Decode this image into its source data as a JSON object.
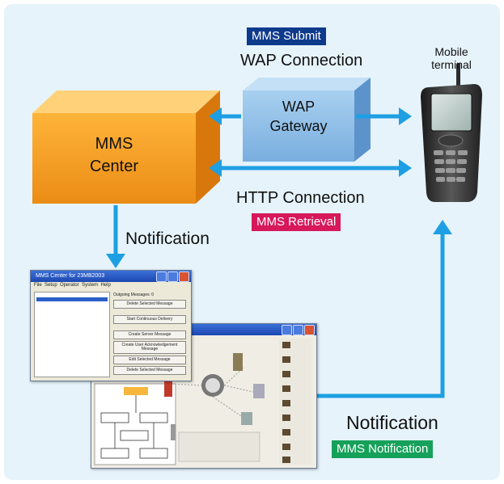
{
  "labels": {
    "mms_submit": "MMS Submit",
    "wap_connection": "WAP Connection",
    "wap_gateway": [
      "WAP",
      "Gateway"
    ],
    "mms_center": [
      "MMS",
      "Center"
    ],
    "mobile_terminal": [
      "Mobile",
      "terminal"
    ],
    "http_connection": "HTTP Connection",
    "mms_retrieval": "MMS Retrieval",
    "notification_left": "Notification",
    "notification_right": "Notification",
    "mms_notification": "MMS Notification"
  },
  "screenshot_window": {
    "title": "MMS Center for 23MB2003",
    "menu": [
      "File",
      "Setup",
      "Operator",
      "System",
      "Help"
    ],
    "buttons": [
      "Delete Selected Message",
      "Start Continuous Delivery",
      "Create Server Message",
      "Create User Acknowledgement Message",
      "Edit Selected Message",
      "Delete Selected Message"
    ],
    "counter_label": "Outgoing Messages",
    "counter_value": "0"
  },
  "colors": {
    "panel_bg": "#e6f3fb",
    "arrow": "#1e9fe3",
    "mms_center_box": "#f5a623",
    "wap_gateway_box": "#8fbde6",
    "badge_submit": "#0e3a8c",
    "badge_retrieval": "#d7185a",
    "badge_notification": "#16a15a"
  },
  "icons": [
    "mobile-phone-icon",
    "window-screenshot-icon"
  ]
}
